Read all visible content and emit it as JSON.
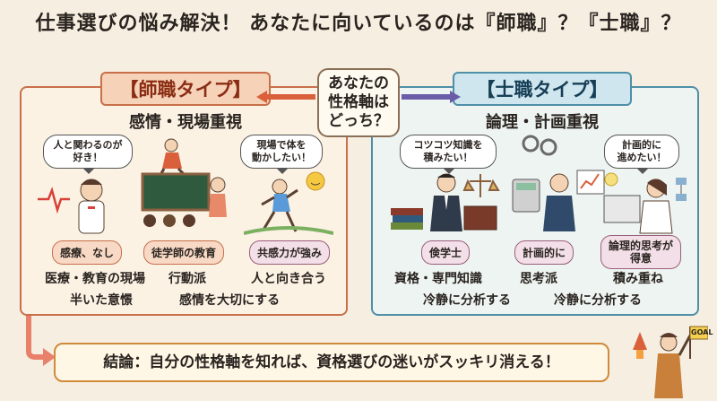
{
  "title": "仕事選びの悩み解決！ あなたに向いているのは『師職』？『士職』？",
  "center_question": [
    "あなたの",
    "性格軸は",
    "どっち？"
  ],
  "left": {
    "type_name": "【師職タイプ】",
    "type_sub": "感情・現場重視",
    "bubbles": [
      "人と関わるのが\n好き！",
      "現場で体を\n動かしたい！"
    ],
    "tags": [
      "感療、なし",
      "徒学師の教育",
      "共感力が強み"
    ],
    "lines": [
      "医療・教育の現場",
      "行動派",
      "人と向き合う",
      "半いた意憬",
      "感情を大切にする"
    ]
  },
  "right": {
    "type_name": "【士職タイプ】",
    "type_sub": "論理・計画重視",
    "bubbles": [
      "コツコツ知識を\n積みたい！",
      "計画的に\n進めたい！"
    ],
    "tags": [
      "倹学士",
      "計画的に",
      "論理的思考が\n得意"
    ],
    "lines": [
      "資格・専門知識",
      "思考派",
      "積み重ね",
      "冷静に分析する",
      "冷静に分析する"
    ]
  },
  "conclusion": "結論：自分の性格軸を知れば、資格選びの迷いがスッキリ消える！",
  "goal_sign": "GOAL",
  "colors": {
    "warm": "#c8704a",
    "cool": "#4f8fa8",
    "accent": "#d08a3a"
  }
}
